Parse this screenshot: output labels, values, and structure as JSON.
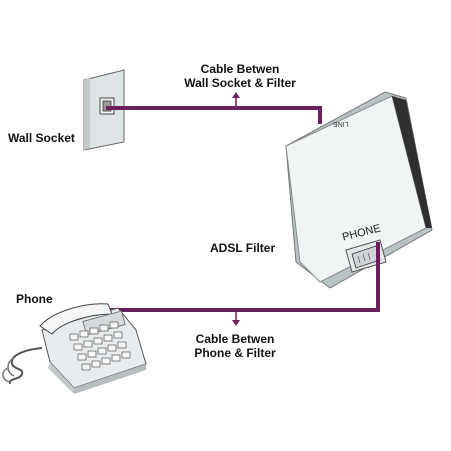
{
  "labels": {
    "cable_wall_filter_line1": "Cable Betwen",
    "cable_wall_filter_line2": "Wall Socket & Filter",
    "wall_socket": "Wall Socket",
    "adsl_filter": "ADSL Filter",
    "phone": "Phone",
    "cable_phone_filter_line1": "Cable Betwen",
    "cable_phone_filter_line2": "Phone & Filter"
  },
  "device_markings": {
    "filter_line_port": "LINE",
    "filter_phone_port": "PHONE"
  },
  "colors": {
    "cable": "#6b1f5e",
    "device_body": "#eef2f3",
    "device_shadow": "#b9c3c6",
    "outline": "#555555"
  }
}
